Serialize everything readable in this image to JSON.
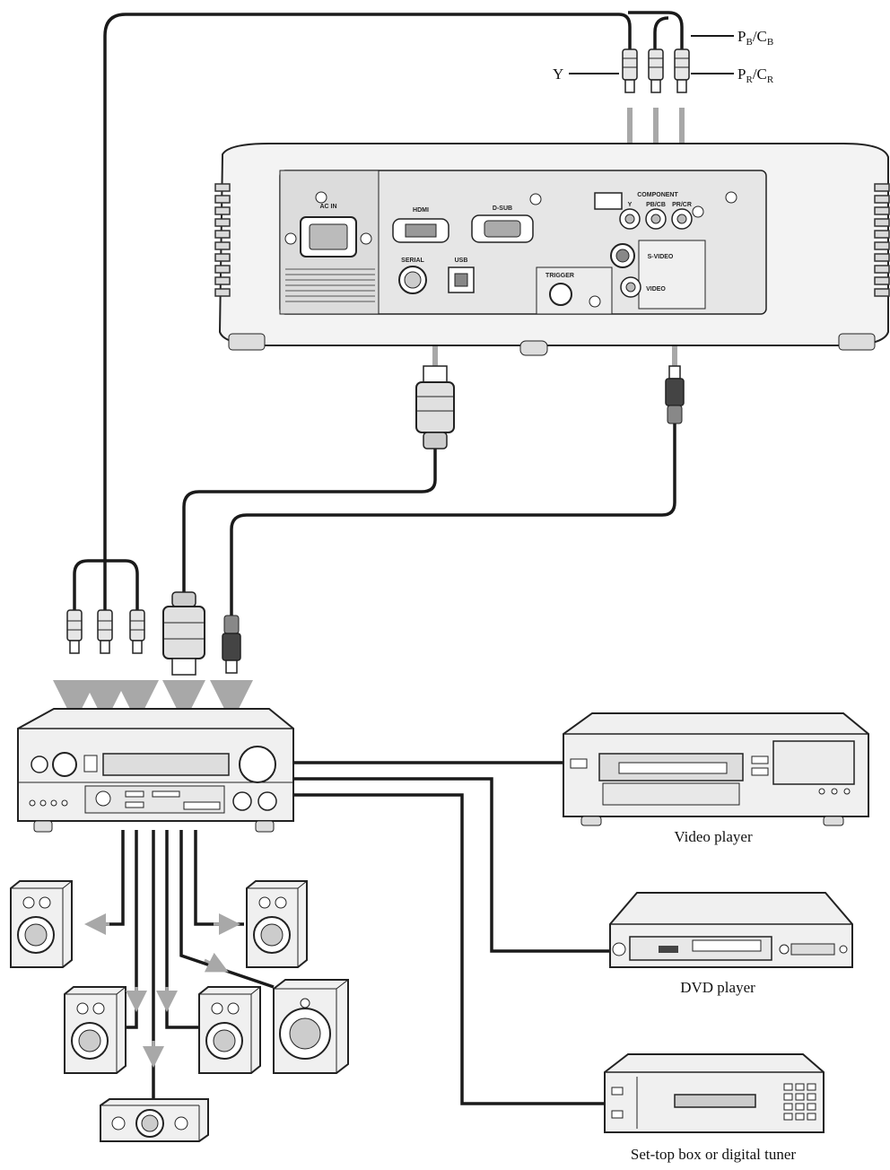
{
  "signal_labels": {
    "y": "Y",
    "pb_main": "P",
    "pb_sub1": "B",
    "pb_slash": "/C",
    "pb_sub2": "B",
    "pr_main": "P",
    "pr_sub1": "R",
    "pr_slash": "/C",
    "pr_sub2": "R"
  },
  "projector": {
    "ports": {
      "ac_in": "AC IN",
      "hdmi": "HDMI",
      "dsub": "D-SUB",
      "component": "COMPONENT",
      "y": "Y",
      "pb": "PB/CB",
      "pr": "PR/CR",
      "serial": "SERIAL",
      "usb": "USB",
      "trigger": "TRIGGER",
      "svideo": "S-VIDEO",
      "video": "VIDEO"
    }
  },
  "devices": {
    "video_player": "Video player",
    "dvd_player": "DVD player",
    "settop": "Set-top box or digital tuner"
  },
  "colors": {
    "line": "#1a1a1a",
    "arrow": "#a8a8a8",
    "body": "#f2f2f2",
    "panel": "#e4e4e4"
  }
}
